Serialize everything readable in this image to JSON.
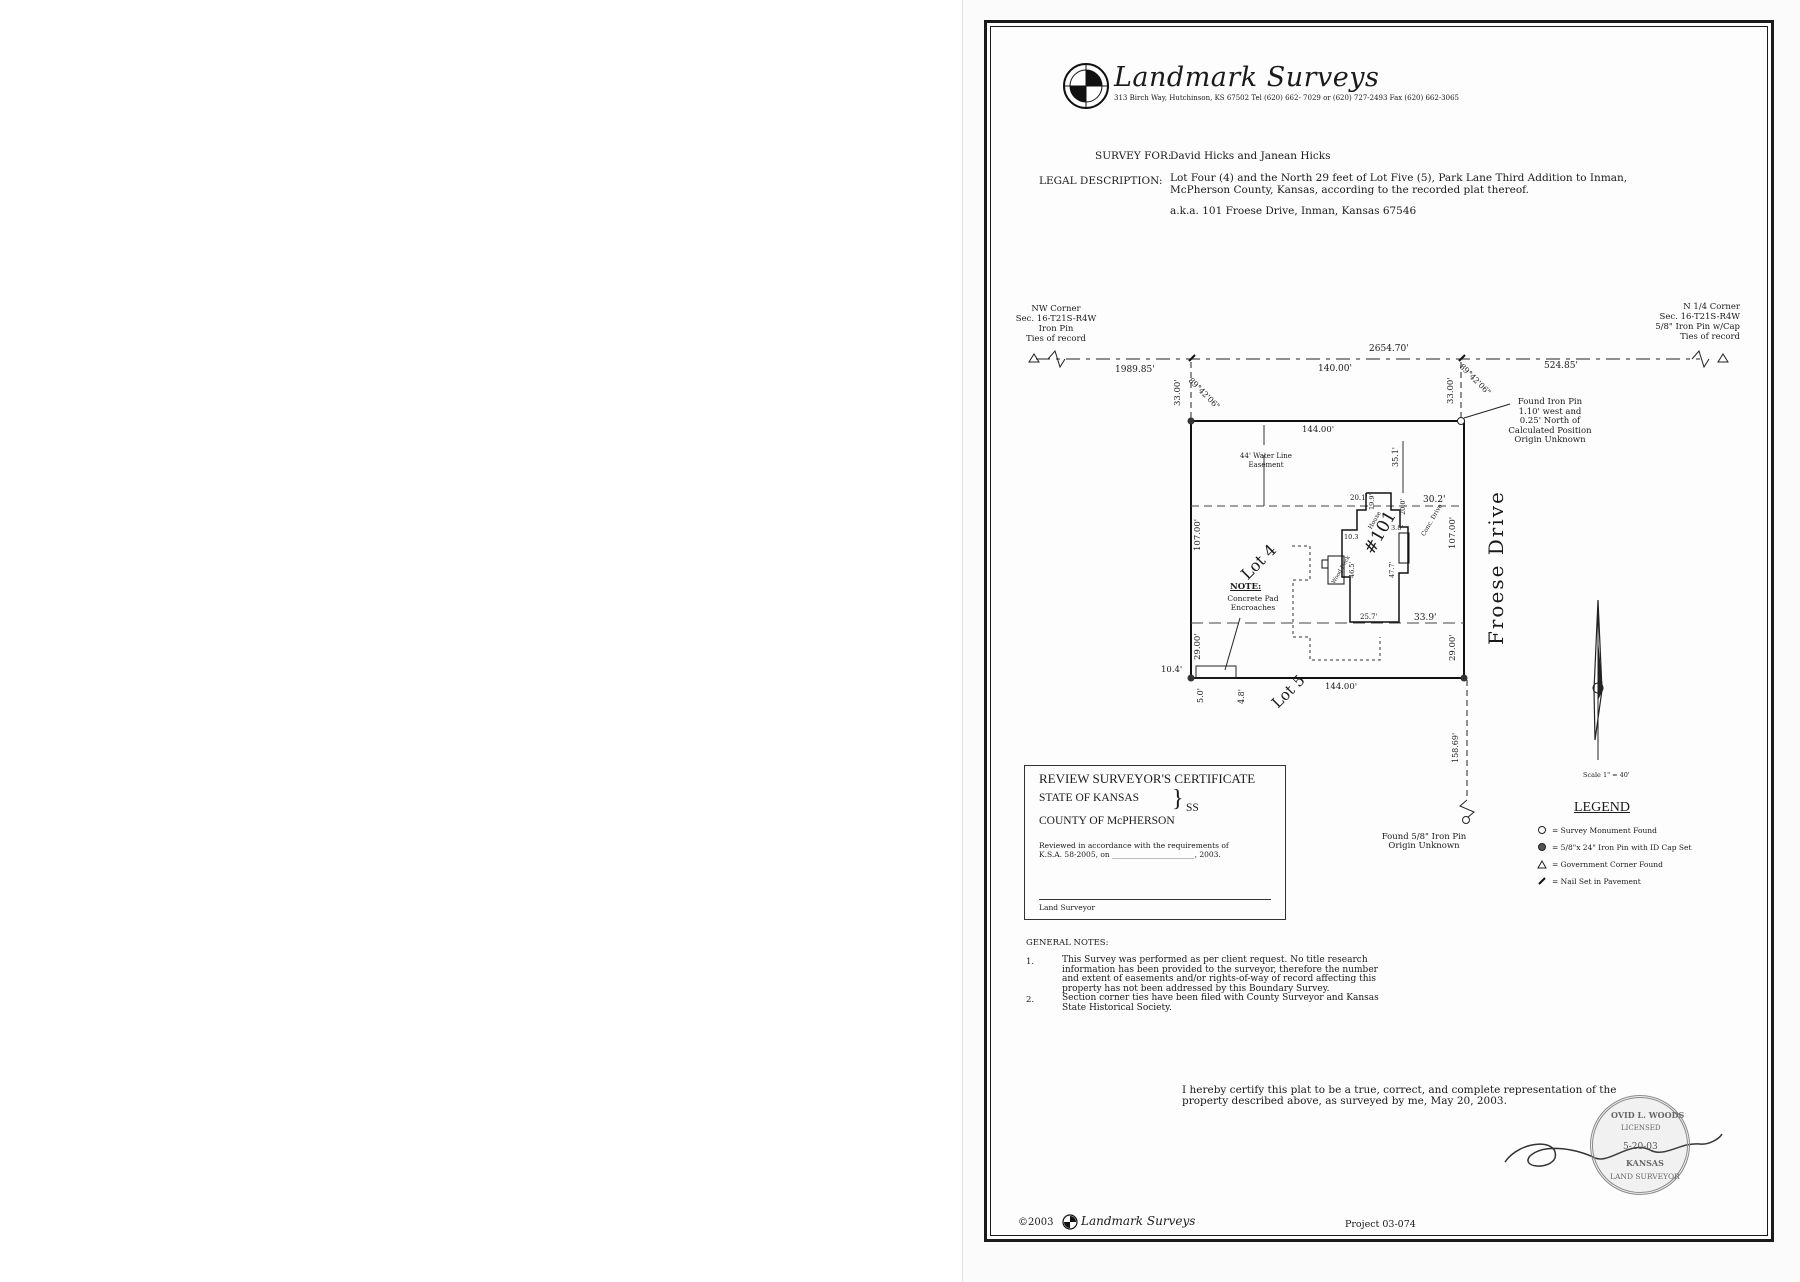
{
  "header": {
    "company": "Landmark Surveys",
    "address_line": "313 Birch Way, Hutchinson, KS 67502   Tel (620) 662- 7029 or (620) 727-2493  Fax (620) 662-3065"
  },
  "survey_for": {
    "label": "SURVEY FOR:",
    "value": "David Hicks and Janean Hicks"
  },
  "legal_description": {
    "label": "LEGAL DESCRIPTION:",
    "line1": "Lot Four (4) and the North 29 feet of Lot Five (5), Park Lane Third Addition to Inman,",
    "line2": "McPherson County, Kansas, according to the recorded plat thereof.",
    "aka": "a.k.a. 101 Froese Drive, Inman, Kansas 67546"
  },
  "plat": {
    "nw_corner": [
      "NW Corner",
      "Sec. 16-T21S-R4W",
      "Iron Pin",
      "Ties of record"
    ],
    "n_quarter_corner": [
      "N 1/4 Corner",
      "Sec. 16-T21S-R4W",
      "5/8\" Iron Pin w/Cap",
      "Ties of record"
    ],
    "dims": {
      "total": "2654.70'",
      "west_tie": "1989.85'",
      "mid": "140.00'",
      "east_tie": "524.85'",
      "bearing_left": "89°42'06\"",
      "bearing_right": "89°42'06\"",
      "row_left": "33.00'",
      "row_right": "33.00'",
      "north_line": "144.00'",
      "south_line": "144.00'",
      "west_upper": "107.00'",
      "east_upper": "107.00'",
      "west_lower": "29.00'",
      "east_lower": "29.00'",
      "setback_front": "35.1'",
      "house_n": "20.1'",
      "house_e": "30.2'",
      "house_s": "33.9'",
      "house_w": "25.7'",
      "d_19": "19.9'",
      "d_10": "10.3",
      "d_46": "46.5'",
      "d_47": "47.7'",
      "d_38": "3.8'",
      "d_20": "20.0'",
      "d_104": "10.4'",
      "d_50": "5.0'",
      "d_48": "4.8'",
      "south_tie": "158.69'"
    },
    "found_pin_ne": [
      "Found Iron Pin",
      "1.10' west and",
      "0.25' North of",
      "Calculated Position",
      "Origin Unknown"
    ],
    "water_easement": [
      "44' Water Line",
      "Easement"
    ],
    "note_title": "NOTE:",
    "note_text": [
      "Concrete Pad",
      "Encroaches"
    ],
    "lot4": "Lot 4",
    "lot5": "Lot 5",
    "house_label": "#101",
    "house_word": "House",
    "wood_deck": "Wood Deck",
    "conc_drive": "Conc. Drive",
    "street": "Froese Drive",
    "found_pin_s": [
      "Found 5/8\" Iron Pin",
      "Origin Unknown"
    ],
    "scale": "Scale 1\" = 40'"
  },
  "legend": {
    "title": "LEGEND",
    "items": [
      "= Survey Monument Found",
      "= 5/8\"x 24\" Iron Pin with ID Cap Set",
      "= Government Corner Found",
      "= Nail Set in Pavement"
    ]
  },
  "review_cert": {
    "title": "REVIEW SURVEYOR'S CERTIFICATE",
    "state": "STATE OF KANSAS",
    "county": "COUNTY OF McPHERSON",
    "ss": "SS",
    "reviewed_line1": "Reviewed in accordance with the requirements of",
    "reviewed_line2": "K.S.A. 58-2005, on ______________________, 2003.",
    "sign_label": "Land Surveyor"
  },
  "general_notes": {
    "title": "GENERAL NOTES:",
    "items": [
      {
        "num": "1.",
        "lines": [
          "This Survey was performed as per client request.  No title research",
          "information has been provided to the surveyor, therefore the number",
          "and extent of easements and/or rights-of-way of record affecting this",
          "property has not been addressed by this Boundary Survey."
        ]
      },
      {
        "num": "2.",
        "lines": [
          "Section corner ties have been filed with County Surveyor and Kansas",
          "State Historical Society."
        ]
      }
    ]
  },
  "certification": {
    "line1": "I hereby certify this plat to be a true, correct, and complete representation of the",
    "line2": "property described above, as surveyed by me, May 20, 2003."
  },
  "stamp": {
    "name": "OVID L. WOODS",
    "state": "KANSAS",
    "role": "LAND SURVEYOR",
    "licensed": "LICENSED",
    "date": "5-20-03"
  },
  "footer": {
    "copyright": "©2003",
    "company": "Landmark Surveys",
    "project": "Project 03-074"
  }
}
